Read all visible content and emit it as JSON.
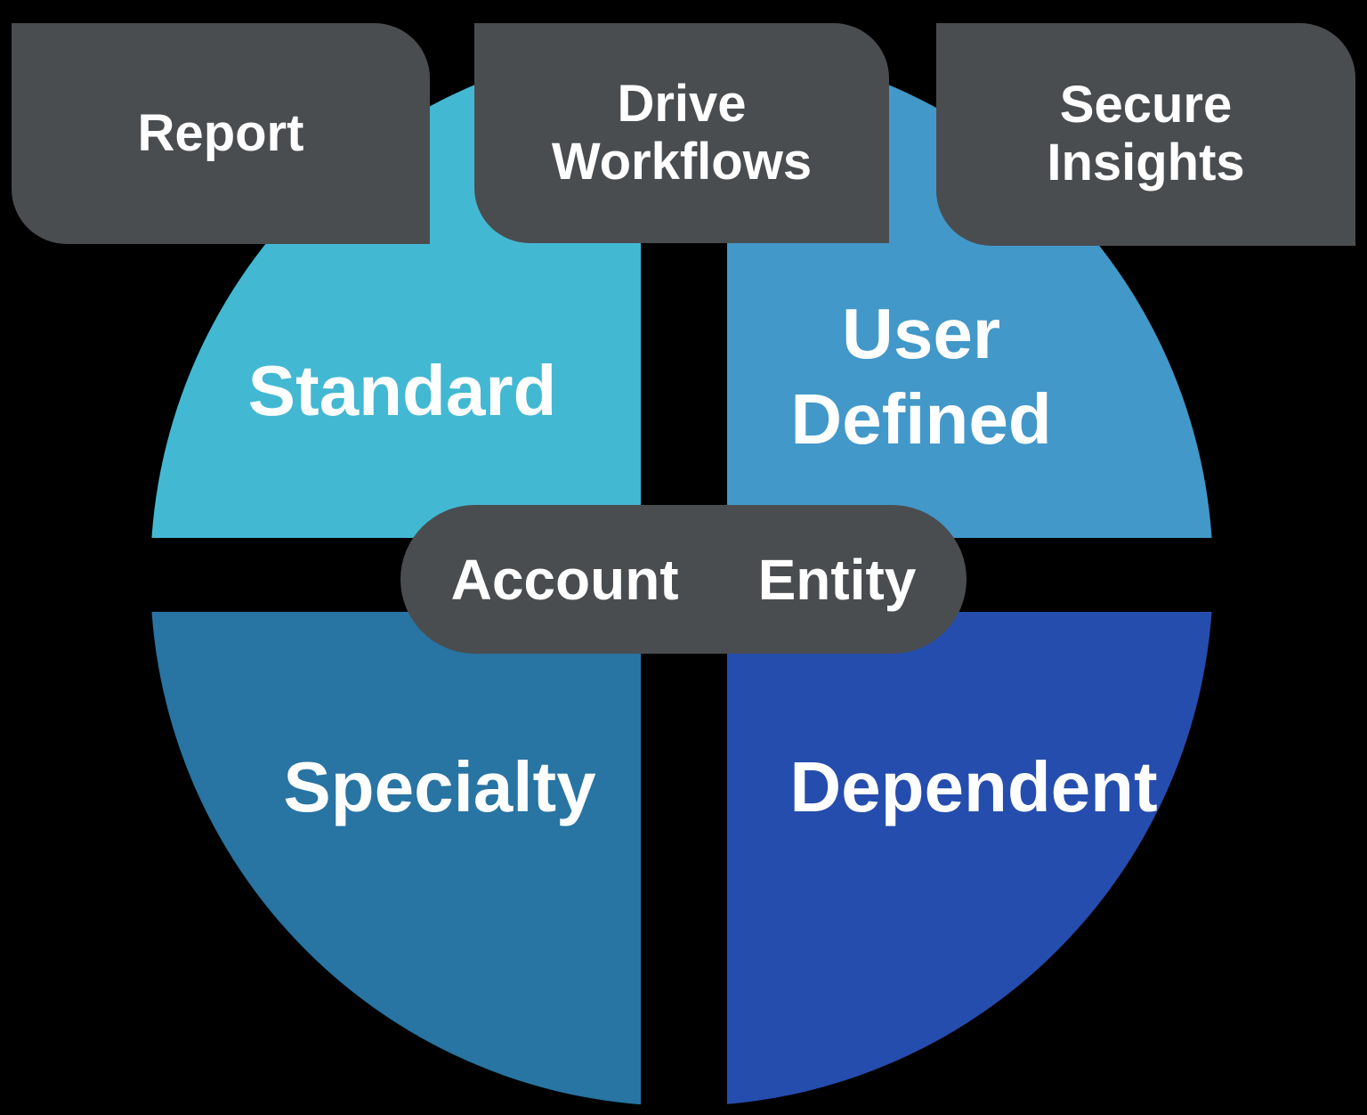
{
  "top_boxes": [
    {
      "id": "report",
      "lines": [
        "Report"
      ]
    },
    {
      "id": "drive-workflows",
      "lines": [
        "Drive",
        "Workflows"
      ]
    },
    {
      "id": "secure-insights",
      "lines": [
        "Secure",
        "Insights"
      ]
    }
  ],
  "quadrants": [
    {
      "id": "standard",
      "lines": [
        "Standard"
      ]
    },
    {
      "id": "user-defined",
      "lines": [
        "User",
        "Defined"
      ]
    },
    {
      "id": "specialty",
      "lines": [
        "Specialty"
      ]
    },
    {
      "id": "dependent",
      "lines": [
        "Dependent"
      ]
    }
  ],
  "center_pill": {
    "left_label": "Account",
    "right_label": "Entity"
  },
  "colors": {
    "background": "#000000",
    "box_bg": "#4A4D50",
    "text": "#FFFFFF",
    "quad_tl": "#43B8D3",
    "quad_tr": "#4298C9",
    "quad_bl": "#2874A3",
    "quad_br": "#254DAD"
  }
}
